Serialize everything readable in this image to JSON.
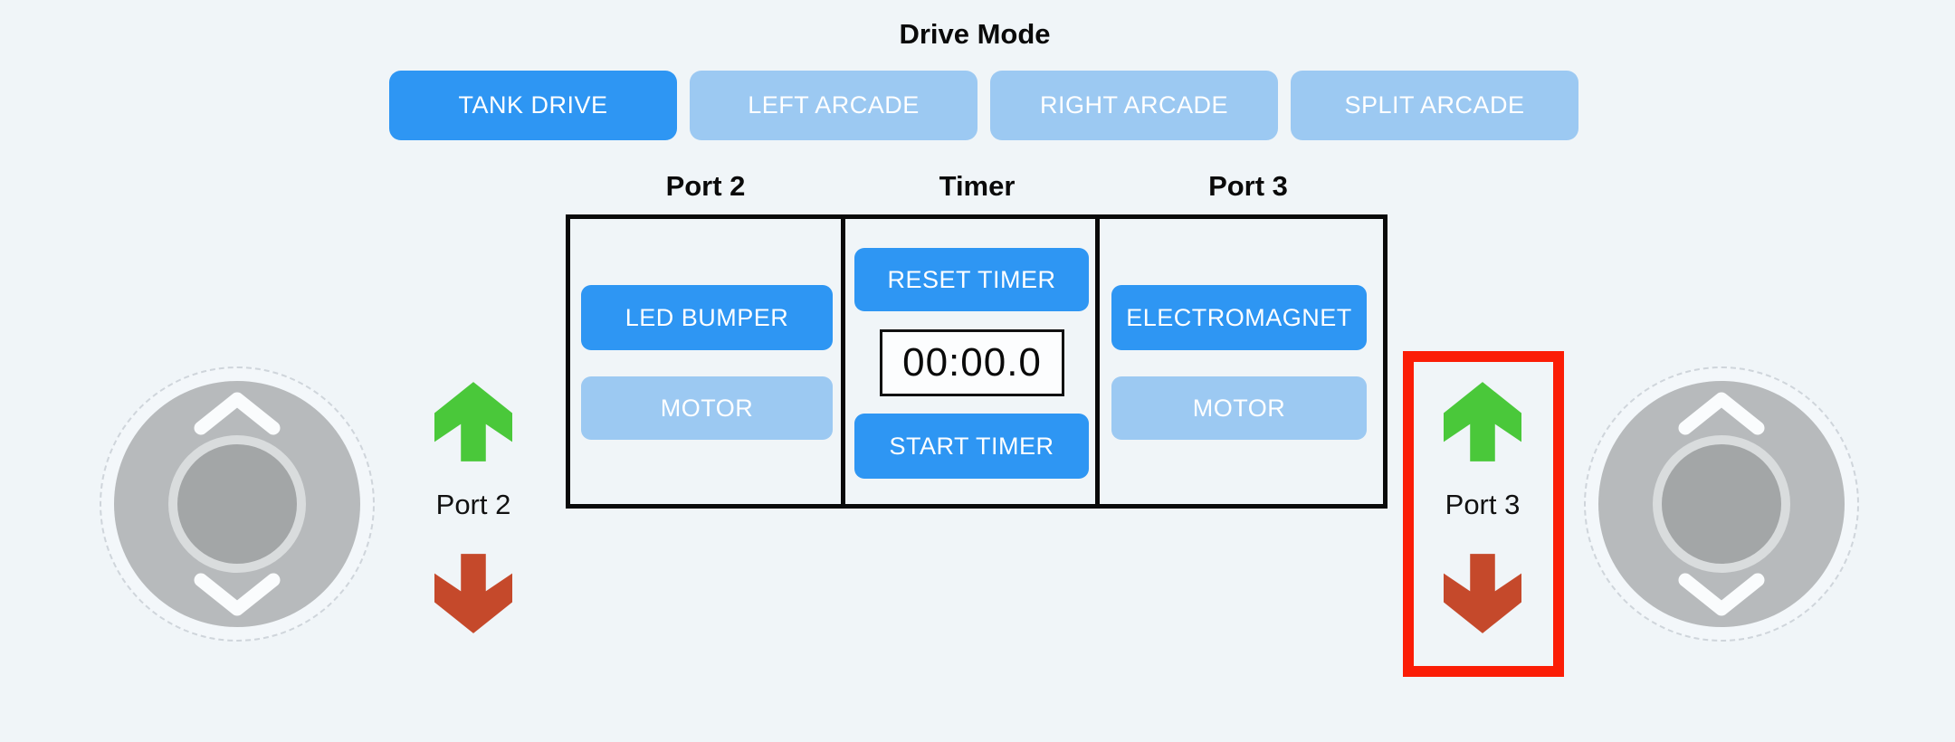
{
  "colors": {
    "background": "#F0F5F8",
    "active_blue": "#2E96F3",
    "inactive_blue": "#9CC9F2",
    "arrow_green": "#4AC83A",
    "arrow_red": "#C5492B",
    "highlight_red": "#FB1D06",
    "table_border_black": "#0A0A0A",
    "joystick_gray": "#B7BABC",
    "joystick_knob_gray": "#A3A6A7"
  },
  "drive_mode": {
    "title": "Drive Mode",
    "buttons": [
      {
        "label": "TANK DRIVE",
        "active": true
      },
      {
        "label": "LEFT ARCADE",
        "active": false
      },
      {
        "label": "RIGHT ARCADE",
        "active": false
      },
      {
        "label": "SPLIT ARCADE",
        "active": false
      }
    ]
  },
  "control_panel": {
    "port2": {
      "header": "Port 2",
      "buttons": [
        {
          "label": "LED BUMPER",
          "active": true
        },
        {
          "label": "MOTOR",
          "active": false
        }
      ]
    },
    "timer": {
      "header": "Timer",
      "reset_label": "RESET TIMER",
      "display": "00:00.0",
      "start_label": "START TIMER"
    },
    "port3": {
      "header": "Port 3",
      "buttons": [
        {
          "label": "ELECTROMAGNET",
          "active": true
        },
        {
          "label": "MOTOR",
          "active": false
        }
      ]
    }
  },
  "side_controls": {
    "left": {
      "label": "Port 2",
      "up_icon": "up-arrow-icon",
      "down_icon": "down-arrow-icon",
      "highlighted": false
    },
    "right": {
      "label": "Port 3",
      "up_icon": "up-arrow-icon",
      "down_icon": "down-arrow-icon",
      "highlighted": true
    }
  },
  "joysticks": {
    "left": {
      "chevrons": [
        "chevron-up-icon",
        "chevron-down-icon"
      ]
    },
    "right": {
      "chevrons": [
        "chevron-up-icon",
        "chevron-down-icon"
      ]
    }
  }
}
